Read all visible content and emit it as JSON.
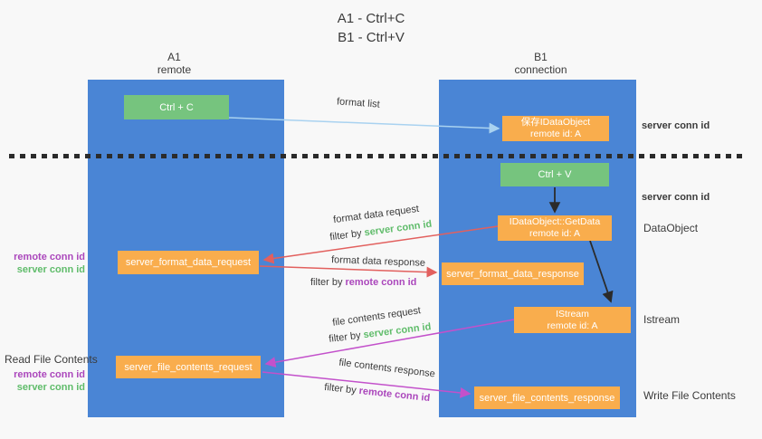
{
  "colors": {
    "column_blue": "#4a85d5",
    "action_green": "#76c47e",
    "message_orange": "#f9ad4d",
    "server_conn_green": "#5fbc6a",
    "remote_conn_purple": "#ab47bc",
    "request_red": "#e2605e",
    "response_magenta": "#c351cb",
    "format_list_blue": "#a9d2f0",
    "arrow_black": "#2b2b2b",
    "text_dark": "#3b3b3b",
    "background": "#f8f8f8"
  },
  "title": {
    "line1": "A1 - Ctrl+C",
    "line2": "B1 - Ctrl+V"
  },
  "columns": {
    "left": {
      "title": "A1",
      "subtitle": "remote"
    },
    "right": {
      "title": "B1",
      "subtitle": "connection"
    }
  },
  "nodes": {
    "ctrl_c": {
      "label": "Ctrl + C"
    },
    "ctrl_v": {
      "label": "Ctrl + V"
    },
    "save_idataobject": {
      "line1": "保存IDataObject",
      "line2": "remote id: A"
    },
    "idataobject_getdata": {
      "line1": "IDataObject::GetData",
      "line2": "remote id: A"
    },
    "istream": {
      "line1": "IStream",
      "line2": "remote id: A"
    },
    "server_format_data_request": {
      "label": "server_format_data_request"
    },
    "server_format_data_response": {
      "label": "server_format_data_response"
    },
    "server_file_contents_request": {
      "label": "server_file_contents_request"
    },
    "server_file_contents_response": {
      "label": "server_file_contents_response"
    }
  },
  "flow_labels": {
    "format_list": "format list",
    "format_data_request": "format data request",
    "format_data_response": "format data response",
    "file_contents_request": "file contents request",
    "file_contents_response": "file contents response",
    "filter_by": "filter by",
    "server_conn_id": "server conn id",
    "remote_conn_id": "remote conn id"
  },
  "annotations": {
    "right": {
      "server_conn_id_top": "server conn id",
      "server_conn_id_mid": "server conn id",
      "dataobject": "DataObject",
      "istream": "Istream",
      "write_file_contents": "Write File Contents"
    },
    "left": {
      "remote_conn_id_1": "remote conn id",
      "server_conn_id_1": "server conn id",
      "read_file_contents": "Read File Contents",
      "remote_conn_id_2": "remote conn id",
      "server_conn_id_2": "server conn id"
    }
  }
}
